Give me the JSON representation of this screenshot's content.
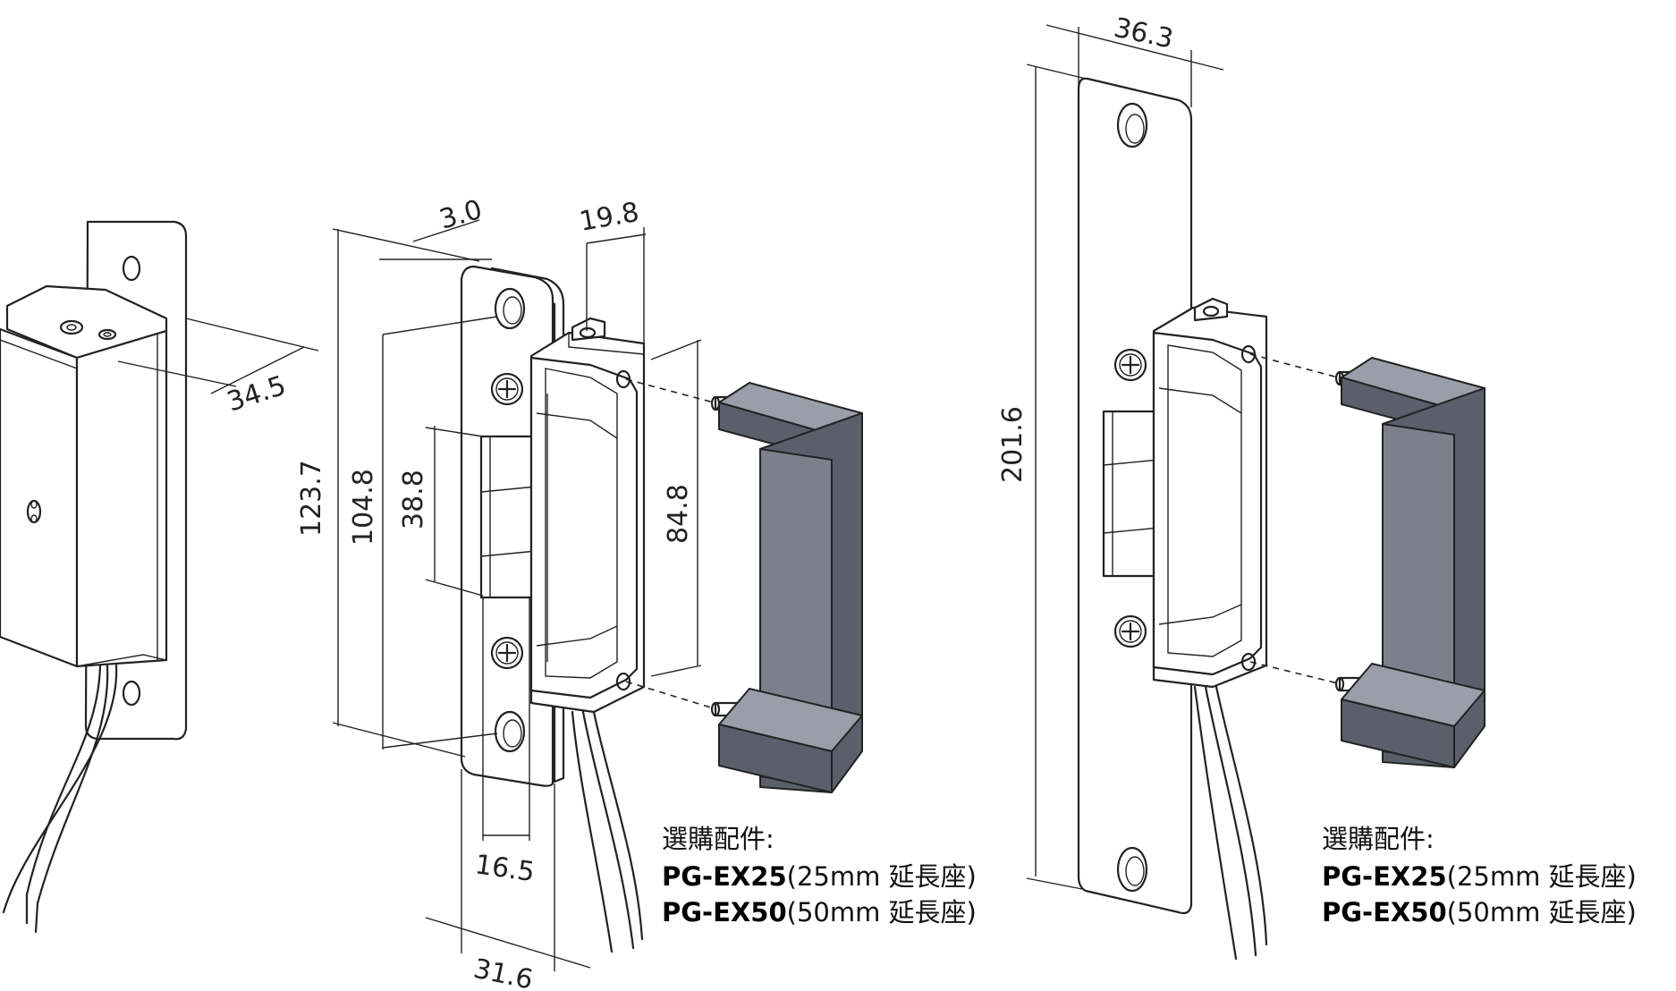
{
  "dimensions": {
    "side_depth": "34.5",
    "faceplate_thickness": "3.0",
    "body_depth": "19.8",
    "short_plate_height": "123.7",
    "hole_spacing": "104.8",
    "keeper_opening_height": "38.8",
    "accessory_height": "84.8",
    "keeper_opening_width": "16.5",
    "short_plate_width": "31.6",
    "long_plate_width": "36.3",
    "long_plate_height": "201.6"
  },
  "accessories_left": {
    "title": "選購配件:",
    "items": [
      {
        "code": "PG-EX25",
        "desc": "(25mm 延長座)"
      },
      {
        "code": "PG-EX50",
        "desc": "(50mm 延長座)"
      }
    ]
  },
  "accessories_right": {
    "title": "選購配件:",
    "items": [
      {
        "code": "PG-EX25",
        "desc": "(25mm 延長座)"
      },
      {
        "code": "PG-EX50",
        "desc": "(50mm 延長座)"
      }
    ]
  },
  "icons": [
    "phillips-screw-icon",
    "mounting-hole-icon"
  ],
  "colors": {
    "line": "#222222",
    "accessory_fill": "#5b5f6b",
    "background": "#ffffff"
  }
}
